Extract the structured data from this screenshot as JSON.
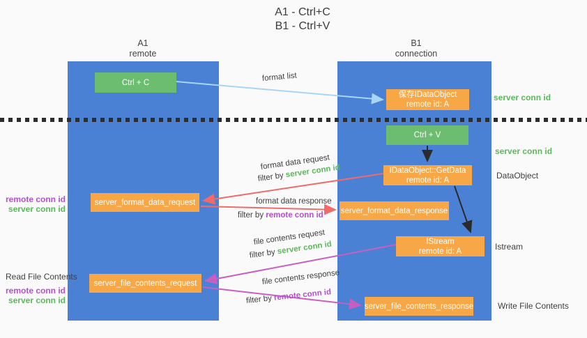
{
  "title": {
    "line1": "A1 - Ctrl+C",
    "line2": "B1 - Ctrl+V"
  },
  "columns": {
    "left": {
      "name": "A1",
      "role": "remote"
    },
    "right": {
      "name": "B1",
      "role": "connection"
    }
  },
  "boxes": {
    "ctrl_c": "Ctrl + C",
    "save_dataobject_line1": "保存IDataObject",
    "save_dataobject_line2": "remote id: A",
    "ctrl_v": "Ctrl + V",
    "getdata_line1": "IDataObject::GetData",
    "getdata_line2": "remote id: A",
    "format_request": "server_format_data_request",
    "format_response": "server_format_data_response",
    "istream_line1": "IStream",
    "istream_line2": "remote id: A",
    "file_request": "server_file_contents_request",
    "file_response": "server_file_contents_response"
  },
  "side_labels": {
    "server_conn_id_top": "server conn id",
    "server_conn_id_mid": "server conn id",
    "dataobject": "DataObject",
    "istream": "Istream",
    "write_file_contents": "Write File Contents",
    "read_file_contents": "Read File Contents",
    "remote_conn_id_1": "remote conn id",
    "server_conn_id_1": "server conn id",
    "remote_conn_id_2": "remote conn id",
    "server_conn_id_2": "server conn id"
  },
  "arrow_labels": {
    "format_list": "format list",
    "format_data_request": "format data request",
    "filter_by_prefix_1": "filter by ",
    "filter_by_value_1": "server conn id",
    "format_data_response": "format data response",
    "filter_by_prefix_2": "filter by ",
    "filter_by_value_2": "remote conn id",
    "file_contents_request": "file contents request",
    "filter_by_prefix_3": "filter by ",
    "filter_by_value_3": "server conn id",
    "file_contents_response": "file contents response",
    "filter_by_prefix_4": "filter by ",
    "filter_by_value_4": "remote conn id"
  },
  "colors": {
    "column_blue": "#4a81d5",
    "node_green": "#6cbd6f",
    "node_orange": "#f8a746",
    "arrow_light_blue": "#a9d5f5",
    "arrow_red": "#f16b6b",
    "arrow_magenta": "#c85fc0",
    "arrow_black": "#2b2b2b",
    "text_green": "#5cb85c",
    "text_purple": "#b44fd0",
    "background": "#fafafa"
  }
}
